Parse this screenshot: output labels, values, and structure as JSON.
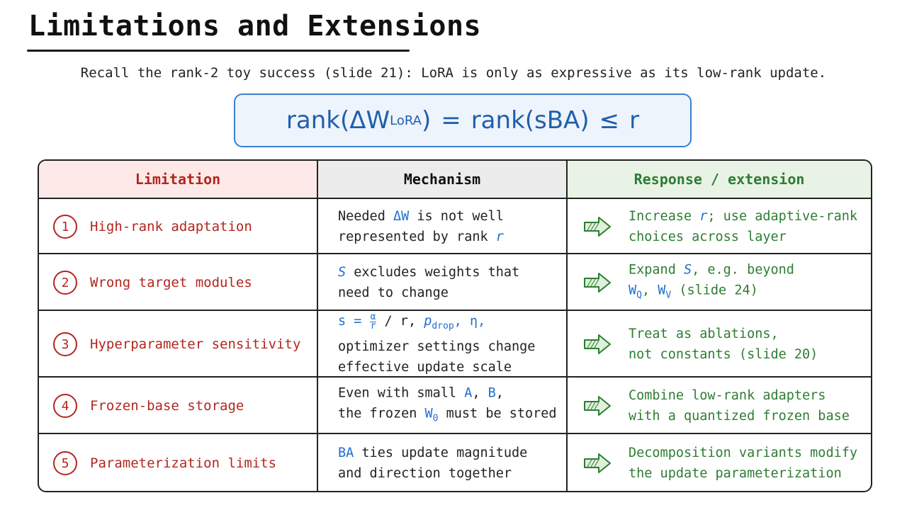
{
  "title": "Limitations and Extensions",
  "subtitle": "Recall the rank-2 toy success (slide 21): LoRA is only as expressive as its low-rank update.",
  "formula": {
    "lhs": "rank(ΔW",
    "lhs_sub": "LoRA",
    "lhs_close": ")",
    "eq": "=",
    "mid": "rank(sBA)",
    "le": "≤",
    "rhs": "r"
  },
  "table": {
    "headers": [
      "Limitation",
      "Mechanism",
      "Response / extension"
    ],
    "rows": [
      {
        "num": "1",
        "limitation": "High-rank adaptation",
        "mech": {
          "a": "Needed ",
          "b": "ΔW",
          "c": " is not well",
          "d": "represented by rank ",
          "e": "r"
        },
        "resp": {
          "a": "Increase ",
          "b": "r",
          "c": "; use adaptive-rank",
          "d": "choices across layer"
        }
      },
      {
        "num": "2",
        "limitation": "Wrong target modules",
        "mech": {
          "a": "S",
          "b": " excludes weights that",
          "c": "need to change"
        },
        "resp": {
          "a": "Expand ",
          "b": "S",
          "c": ", e.g. beyond",
          "d": "W",
          "d_sub": "Q",
          "e": ", ",
          "f": "W",
          "f_sub": "V",
          "g": " (slide 24)"
        }
      },
      {
        "num": "3",
        "limitation": "Hyperparameter sensitivity",
        "mech": {
          "a": "s = ",
          "num": "α",
          "den": "r",
          "b": " / r, ",
          "c": "p",
          "c_sub": "drop",
          "d": ", η,",
          "e": "optimizer settings change",
          "f": "effective update scale"
        },
        "resp": {
          "a": "Treat as ablations,",
          "b": "not constants (slide 20)"
        }
      },
      {
        "num": "4",
        "limitation": "Frozen-base storage",
        "mech": {
          "a": "Even with small ",
          "b": "A",
          "c": ", ",
          "d": "B",
          "e": ",",
          "f": "the frozen ",
          "g": "W",
          "g_sub": "0",
          "h": " must be stored"
        },
        "resp": {
          "a": "Combine low-rank adapters",
          "b": "with a quantized frozen base"
        }
      },
      {
        "num": "5",
        "limitation": "Parameterization limits",
        "mech": {
          "a": "BA",
          "b": " ties update magnitude",
          "c": "and direction together"
        },
        "resp": {
          "a": "Decomposition variants modify",
          "b": "the update parameterization"
        }
      }
    ]
  },
  "colors": {
    "limitation": "#b3261e",
    "response": "#2e7d32",
    "math": "#1f6fd0",
    "formula_border": "#3a7fd0"
  },
  "icons": [
    "right-arrow-icon"
  ]
}
